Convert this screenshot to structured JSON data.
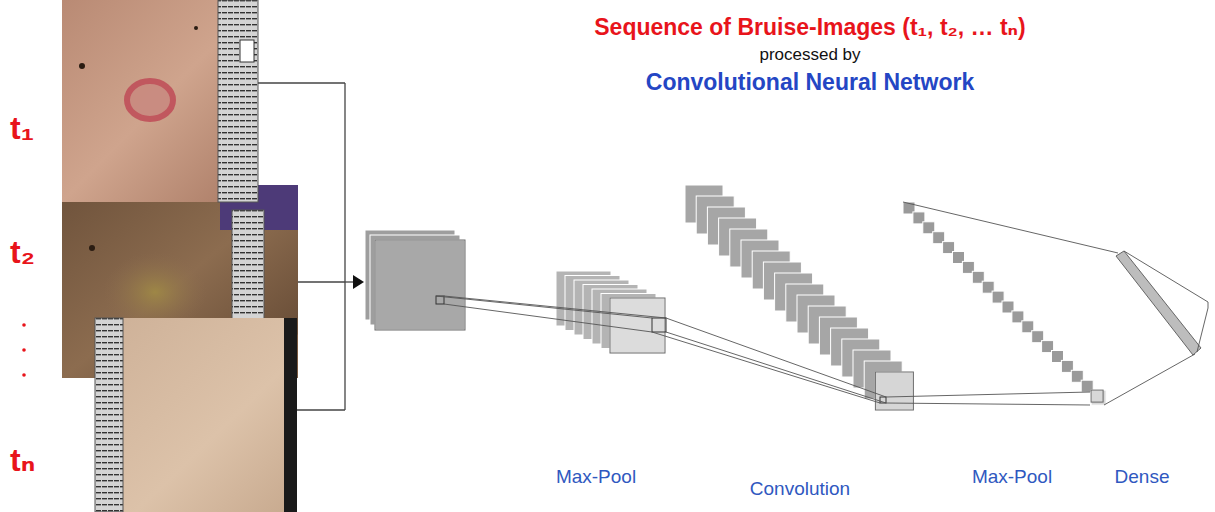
{
  "diagram": {
    "title": "Sequence of Bruise-Images (t₁, t₂, … tₙ)",
    "labels": [
      "processed by",
      "Convolutional Neural Network",
      "t₁",
      "t₂",
      "tₙ",
      "Max-Pool",
      "Convolution",
      "Max-Pool",
      "Dense"
    ]
  }
}
